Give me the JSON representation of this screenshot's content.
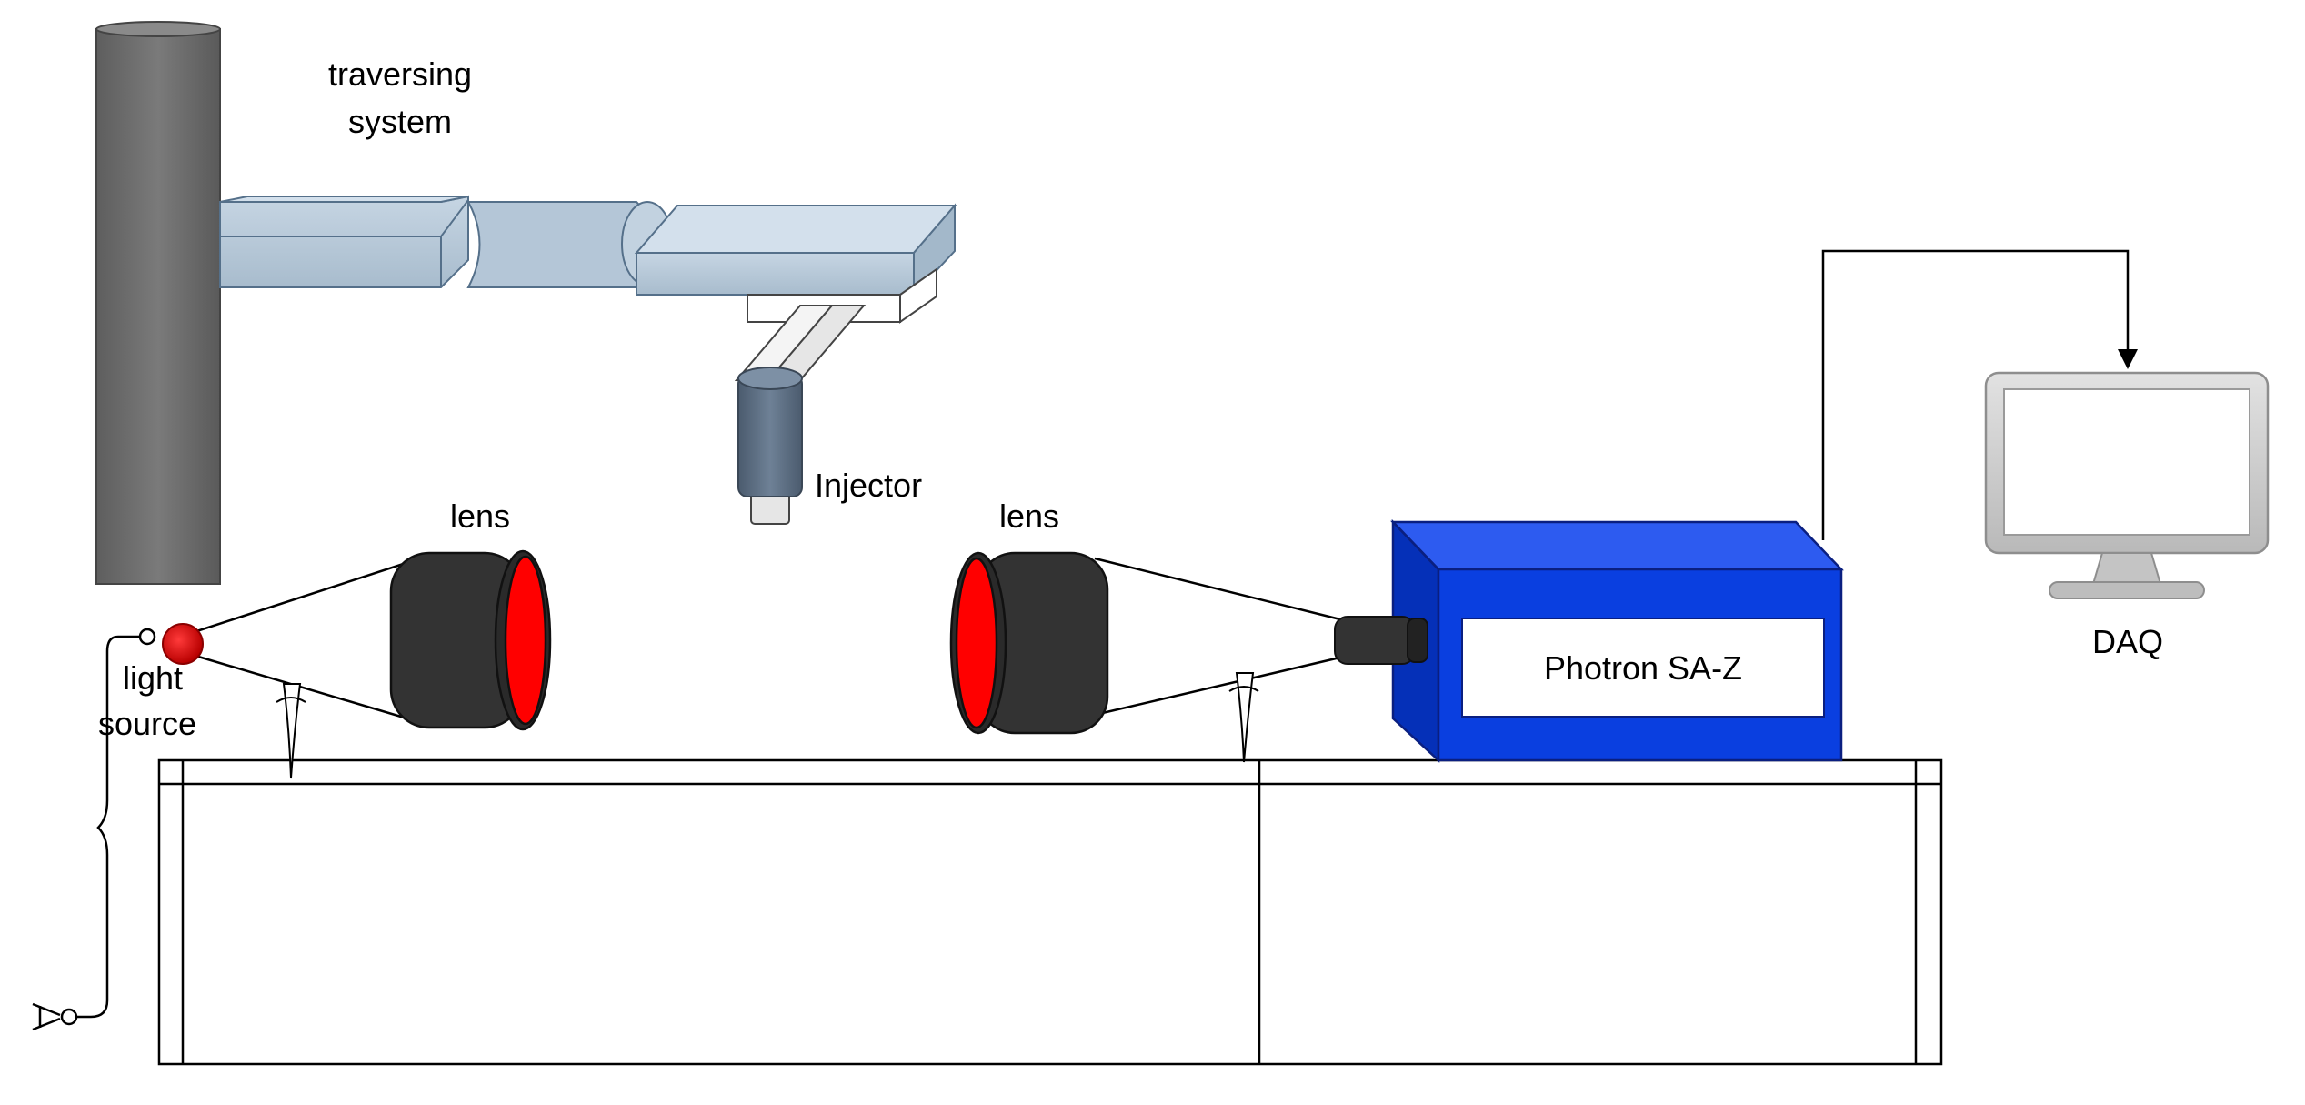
{
  "labels": {
    "traversing_line1": "traversing",
    "traversing_line2": "system",
    "injector": "Injector",
    "lens_left": "lens",
    "lens_right": "lens",
    "light_line1": "light",
    "light_line2": "source",
    "camera": "Photron SA-Z",
    "daq": "DAQ"
  },
  "colors": {
    "column": "#6f6f6f",
    "arm_fill": "#b8c9d9",
    "arm_stroke": "#55708a",
    "injector_body": "#5c6e82",
    "lens_body": "#333333",
    "lens_face": "#ff0000",
    "camera_front": "#0a3fe0",
    "camera_side": "#0530b8",
    "camera_top": "#2d5bf0",
    "light_source": "#d40000",
    "monitor_frame": "#cfcfcf"
  }
}
